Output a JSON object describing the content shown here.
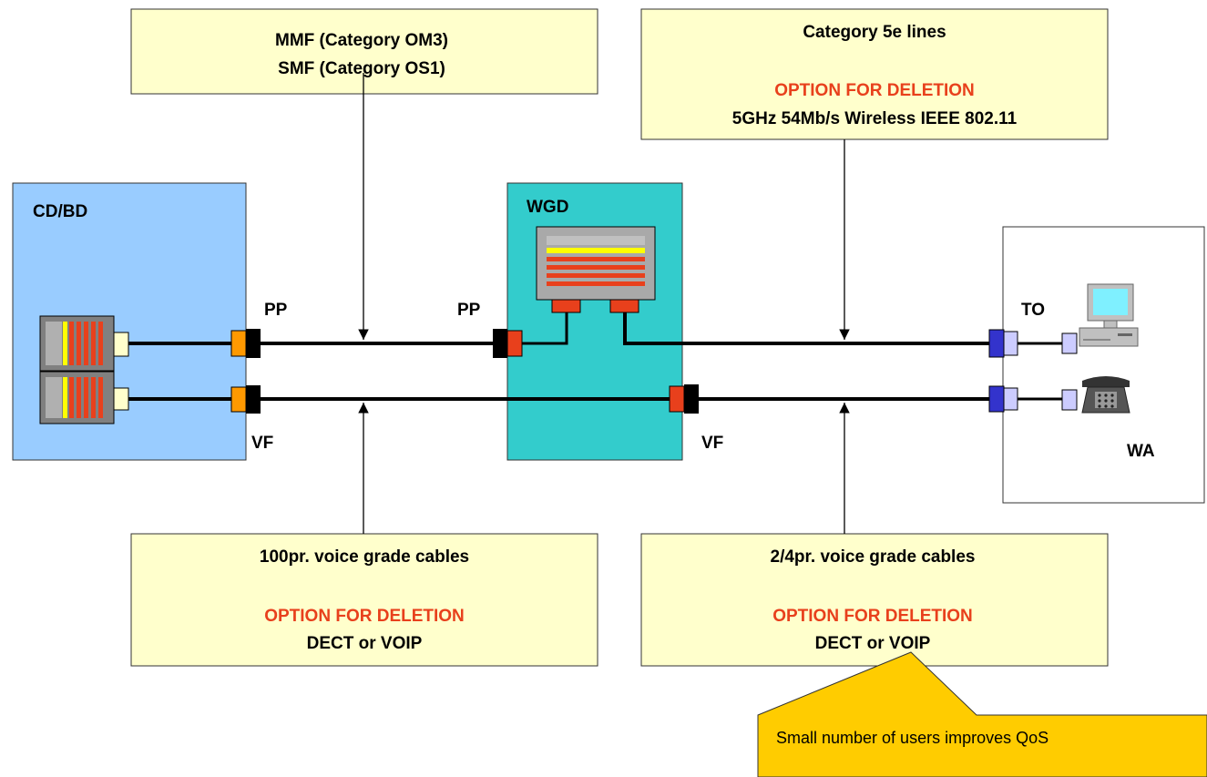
{
  "boxes": {
    "top_left": {
      "line1": "MMF (Category OM3)",
      "line2": "SMF (Category OS1)"
    },
    "top_right": {
      "title": "Category 5e lines",
      "option": "OPTION FOR DELETION",
      "detail": "5GHz 54Mb/s Wireless IEEE 802.11"
    },
    "bottom_left": {
      "title": "100pr. voice grade cables",
      "option": "OPTION FOR DELETION",
      "detail": "DECT or VOIP"
    },
    "bottom_right": {
      "title": "2/4pr. voice grade cables",
      "option": "OPTION FOR DELETION",
      "detail": "DECT or VOIP"
    }
  },
  "regions": {
    "cd_bd": "CD/BD",
    "wgd": "WGD",
    "wa": "WA"
  },
  "labels": {
    "pp_left": "PP",
    "pp_mid": "PP",
    "vf_left": "VF",
    "vf_mid": "VF",
    "to": "TO"
  },
  "callout": {
    "text": "Small number of users improves QoS"
  },
  "colors": {
    "note_fill": "#ffffcc",
    "cd_bd_fill": "#99ccff",
    "wgd_fill": "#33cccc",
    "deletion_text": "#e8401c",
    "callout_fill": "#ffcc00"
  }
}
